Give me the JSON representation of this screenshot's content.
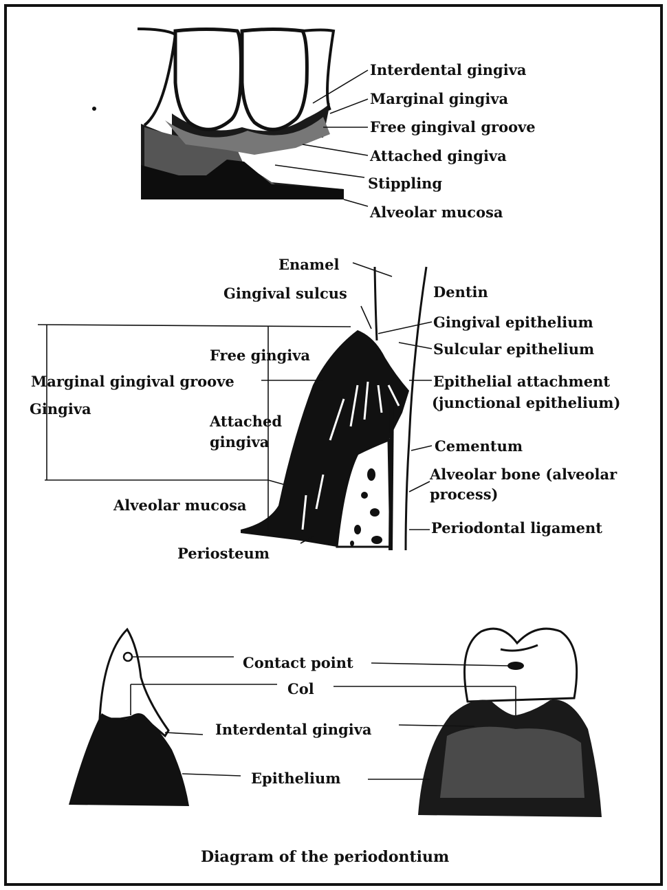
{
  "top_panel": {
    "labels": [
      {
        "key": "interdental_gingiva",
        "text": "Interdental gingiva"
      },
      {
        "key": "marginal_gingiva",
        "text": "Marginal gingiva"
      },
      {
        "key": "free_gingival_groove",
        "text": "Free gingival groove"
      },
      {
        "key": "attached_gingiva",
        "text": "Attached gingiva"
      },
      {
        "key": "stippling",
        "text": "Stippling"
      },
      {
        "key": "alveolar_mucosa",
        "text": "Alveolar mucosa"
      }
    ]
  },
  "middle_panel": {
    "enamel": "Enamel",
    "gingival_sulcus": "Gingival sulcus",
    "dentin": "Dentin",
    "gingival_epithelium": "Gingival epithelium",
    "sulcular_epithelium": "Sulcular epithelium",
    "free_gingiva": "Free gingiva",
    "marginal_gingival_groove": "Marginal gingival groove",
    "gingiva": "Gingiva",
    "epithelial_attachment": "Epithelial attachment",
    "junctional_epithelium": "(junctional epithelium)",
    "attached_gingiva_line1": "Attached",
    "attached_gingiva_line2": "gingiva",
    "cementum": "Cementum",
    "alveolar_bone_line1": "Alveolar bone (alveolar",
    "alveolar_bone_line2": "process)",
    "alveolar_mucosa": "Alveolar mucosa",
    "periodontal_ligament": "Periodontal ligament",
    "periosteum": "Periosteum"
  },
  "bottom_panel": {
    "contact_point": "Contact point",
    "col": "Col",
    "interdental_gingiva": "Interdental gingiva",
    "epithelium": "Epithelium"
  },
  "caption": "Diagram of the periodontium"
}
